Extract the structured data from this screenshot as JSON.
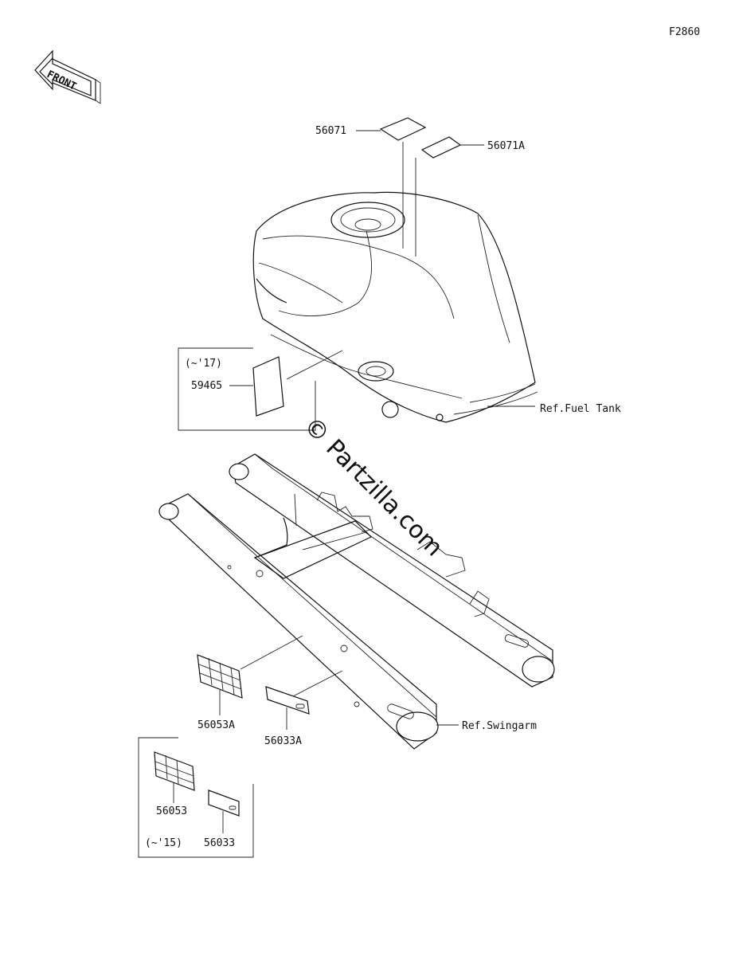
{
  "diagram": {
    "figure_code": "F2860",
    "front_label": "FRONT",
    "watermark": "© Partzilla.com",
    "references": {
      "fuel_tank": "Ref.Fuel Tank",
      "swingarm": "Ref.Swingarm"
    },
    "parts": {
      "p56071": "56071",
      "p56071A": "56071A",
      "p59465": "59465",
      "p56053A": "56053A",
      "p56033A": "56033A",
      "p56053": "56053",
      "p56033": "56033"
    },
    "notes": {
      "upto_17": "(~'17)",
      "upto_15": "(~'15)"
    }
  }
}
